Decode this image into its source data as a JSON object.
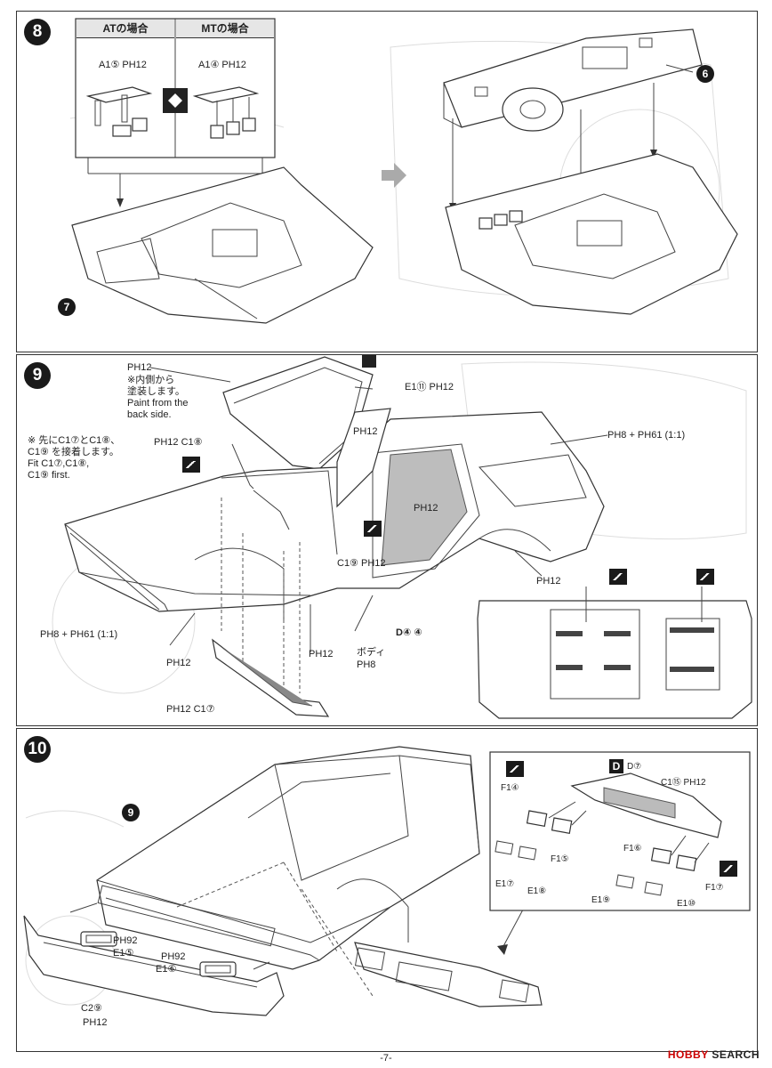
{
  "steps": {
    "s8": {
      "number": "8",
      "at_header": "ATの場合",
      "mt_header": "MTの場合",
      "at_part": "A1⑤  PH12",
      "mt_part": "A1④  PH12",
      "sub7": "7",
      "sub6": "6"
    },
    "s9": {
      "number": "9",
      "glass_paint": "PH12",
      "glass_note": "※内側から\n塗装します。\nPaint from the\nback side.",
      "e1_11": "E1⑪ PH12",
      "ph12_a": "PH12",
      "ph12_c1_8": "PH12 C1⑧",
      "pre_note": "※ 先にC1⑦とC1⑧、\nC1⑨ を接着します。\nFit C1⑦,C1⑧,\nC1⑨ first.",
      "ph8_61_right": "PH8 + PH61 (1:1)",
      "ph12_b": "PH12",
      "c1_9": "C1⑨ PH12",
      "ph12_c": "PH12",
      "d4": "D④  ④",
      "ph8_61_left": "PH8 + PH61 (1:1)",
      "ph12_d": "PH12",
      "ph12_e": "PH12",
      "body_label": "ボディ",
      "body_paint": "PH8",
      "ph12_c1_7": "PH12 C1⑦"
    },
    "s10": {
      "number": "10",
      "sub9": "9",
      "ph92_a": "PH92",
      "e1_5": "E1⑤",
      "ph92_b": "PH92",
      "e1_6": "E1⑥",
      "c2_9": "C2⑨",
      "ph12": "PH12",
      "inset": {
        "f1_4": "F1④",
        "d7": "D⑦",
        "c1_15": "C1⑮ PH12",
        "f1_5": "F1⑤",
        "f1_6": "F1⑥",
        "e1_7": "E1⑦",
        "e1_8": "E1⑧",
        "f1_7": "F1⑦",
        "e1_9": "E1⑨",
        "e1_10": "E1⑩"
      }
    }
  },
  "page_number": "-7-",
  "watermark": {
    "brand": "HOBBY",
    "rest": " SEARCH"
  }
}
